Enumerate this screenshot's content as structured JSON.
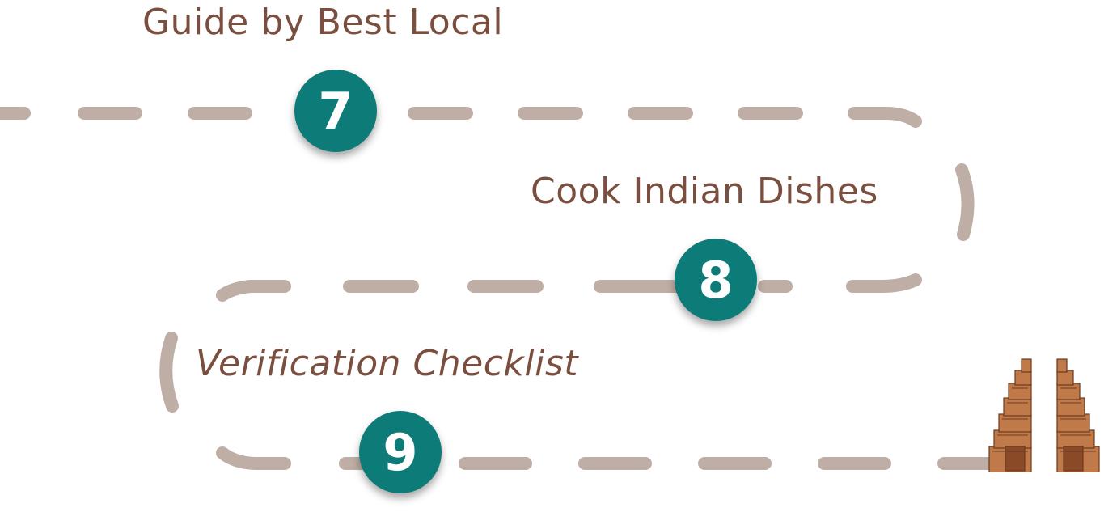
{
  "steps": [
    {
      "number": "7",
      "title": "Guide by Best Local"
    },
    {
      "number": "8",
      "title": "Cook Indian Dishes"
    },
    {
      "number": "9",
      "title": "Verification Checklist"
    }
  ],
  "colors": {
    "title_text": "#7b4f3f",
    "badge_fill": "#0d7b78",
    "badge_text": "#ffffff",
    "path_dash": "#bfaea6",
    "gate_stone": "#c07a4a"
  },
  "decoration": {
    "icon": "temple-split-gate-icon"
  }
}
